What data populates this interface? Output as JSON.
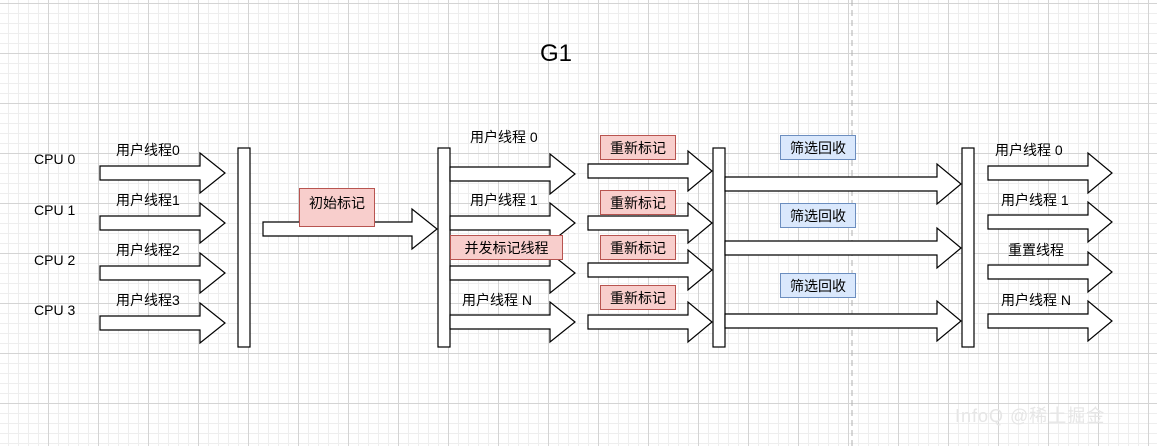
{
  "title": "G1",
  "cpus": [
    "CPU 0",
    "CPU 1",
    "CPU 2",
    "CPU 3"
  ],
  "stage1_threads": [
    "用户线程0",
    "用户线程1",
    "用户线程2",
    "用户线程3"
  ],
  "initial_mark": "初始标记",
  "stage2_threads": [
    "用户线程 0",
    "用户线程 1",
    "用户线程 N"
  ],
  "concurrent_mark": "并发标记线程",
  "remark": [
    "重新标记",
    "重新标记",
    "重新标记",
    "重新标记"
  ],
  "cleanup": [
    "筛选回收",
    "筛选回收",
    "筛选回收"
  ],
  "stage4_threads": [
    "用户线程 0",
    "用户线程 1",
    "重置线程",
    "用户线程 N"
  ],
  "watermark": "InfoQ  @稀土掘金",
  "colors": {
    "red_fill": "#f8cecc",
    "red_stroke": "#b85450",
    "blue_fill": "#dae8fc",
    "blue_stroke": "#6c8ebf"
  }
}
